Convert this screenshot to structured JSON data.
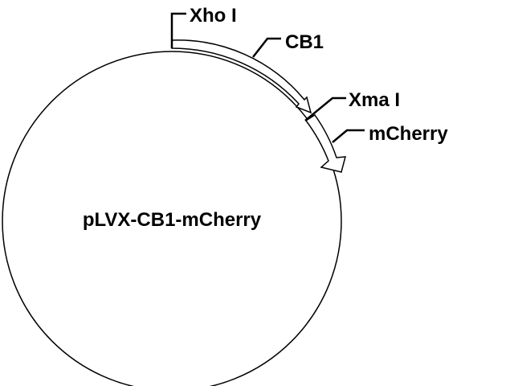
{
  "plasmid": {
    "name": "pLVX-CB1-mCherry"
  },
  "sites": [
    {
      "name": "Xho I"
    },
    {
      "name": "Xma I"
    }
  ],
  "features": [
    {
      "name": "CB1"
    },
    {
      "name": "mCherry"
    }
  ],
  "colors": {
    "stroke": "#000000",
    "background": "#ffffff",
    "arrow_fill": "#ffffff"
  }
}
